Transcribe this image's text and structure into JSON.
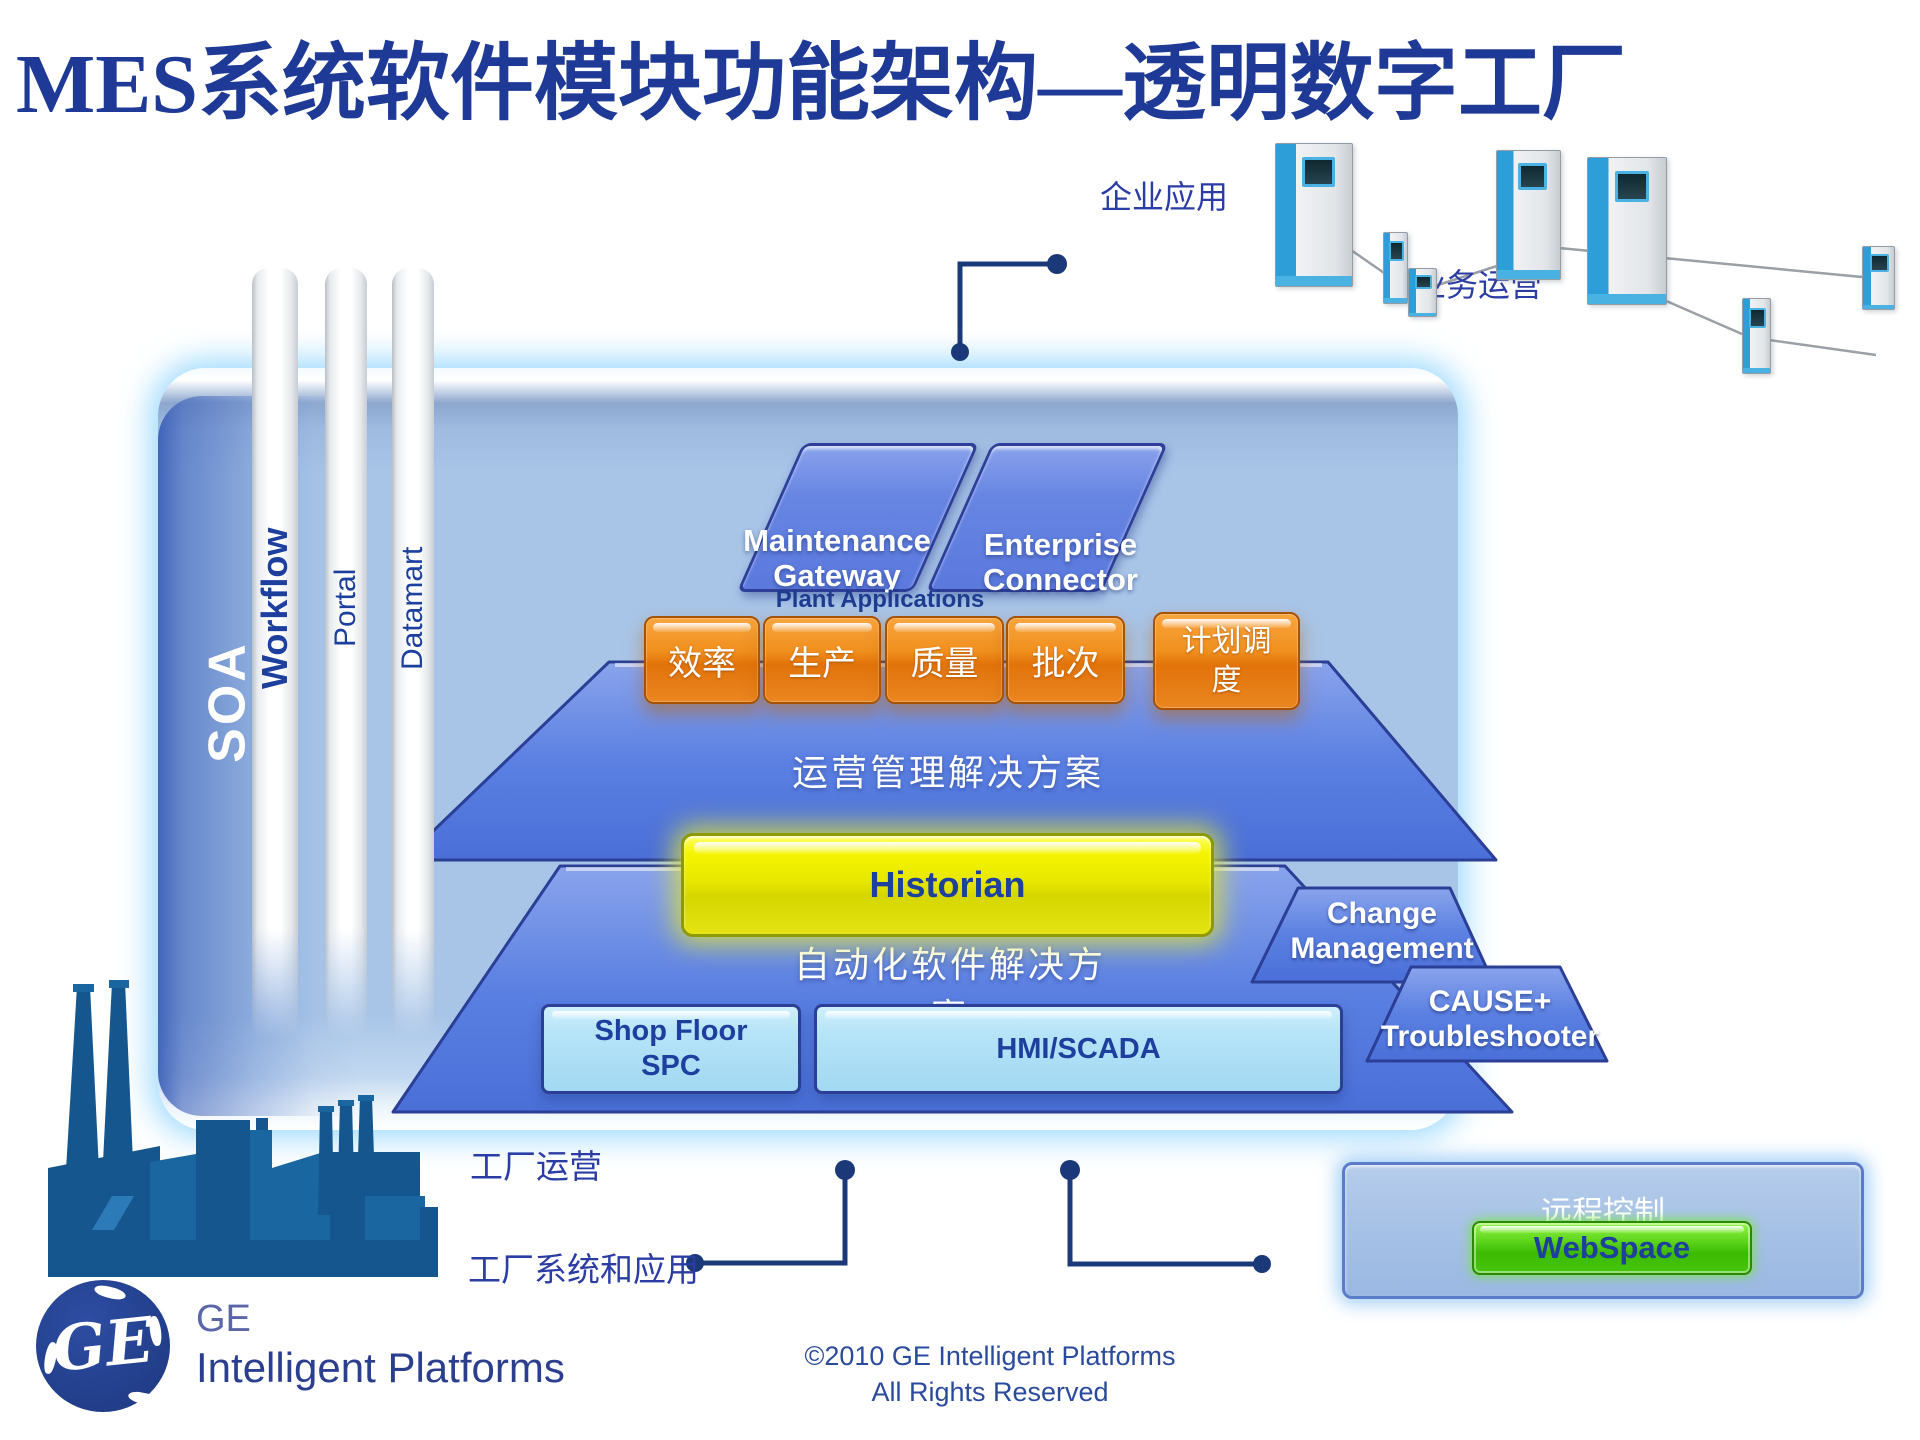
{
  "slide": {
    "title": "MES系统软件模块功能架构—透明数字工厂"
  },
  "network": {
    "enterprise_apps_label": "企业应用",
    "business_ops_label": "业务运营"
  },
  "soa": {
    "label": "SOA",
    "pillars": [
      {
        "label": "Workflow"
      },
      {
        "label": "Portal"
      },
      {
        "label": "Datamart"
      }
    ]
  },
  "gateways": {
    "maintenance_gateway": "Maintenance Gateway",
    "enterprise_connector": "Enterprise Connector"
  },
  "plant_applications": {
    "label": "Plant Applications",
    "modules": [
      {
        "label": "效率"
      },
      {
        "label": "生产"
      },
      {
        "label": "质量"
      },
      {
        "label": "批次"
      },
      {
        "label": "计划调度"
      }
    ]
  },
  "solutions": {
    "operations": "运营管理解决方案",
    "automation": "自动化软件解决方案",
    "historian": "Historian",
    "change_management": "Change Management",
    "cause_troubleshooter": "CAUSE+ Troubleshooter",
    "shop_floor_spc": "Shop Floor SPC",
    "hmi_scada": "HMI/SCADA"
  },
  "bottom": {
    "plant_operations_label": "工厂运营",
    "plant_systems_label": "工厂系统和应用",
    "remote_control_label": "远程控制",
    "webspace_button": "WebSpace"
  },
  "footer": {
    "monogram": "GE",
    "brand_ge": "GE",
    "brand_name": "Intelligent Platforms",
    "copyright_line1": "©2010 GE Intelligent Platforms",
    "copyright_line2": "All Rights Reserved"
  },
  "colors": {
    "title_blue": "#1e3a96",
    "container_blue": "#a8c5e8",
    "shape_blue": "#5b80e2",
    "module_orange": "#ea8620",
    "historian_yellow": "#e8e800",
    "webspace_green": "#4cc60e",
    "connector_navy": "#1b3878",
    "factory_blue": "#14568d"
  }
}
